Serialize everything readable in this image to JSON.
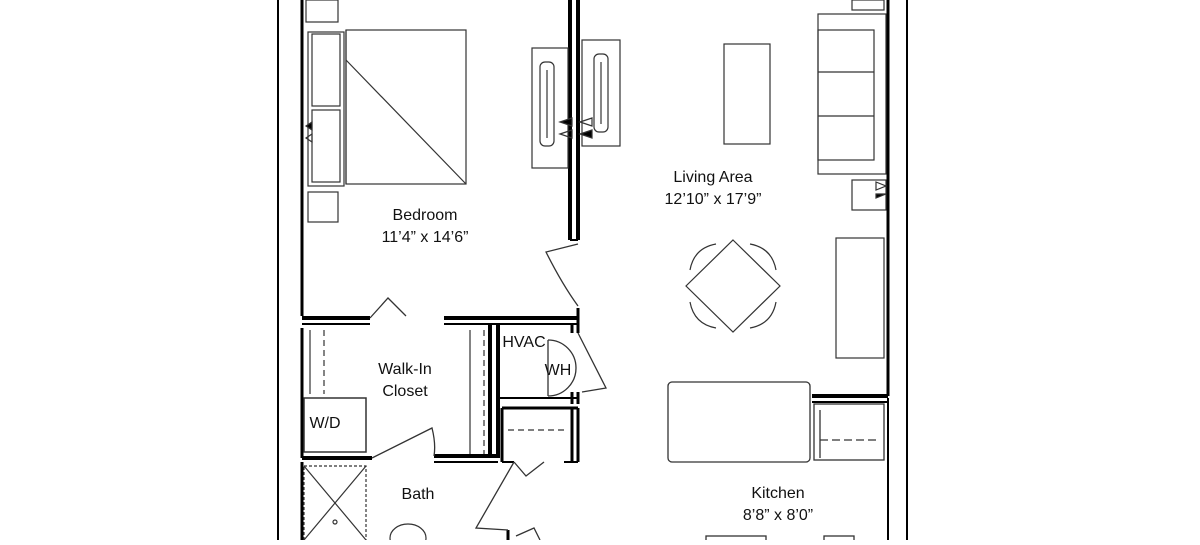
{
  "colors": {
    "wall": "#000000",
    "fixture": "#333333",
    "background": "#ffffff"
  },
  "rooms": {
    "bedroom": {
      "name": "Bedroom",
      "dims": "11’4” x 14’6”"
    },
    "living": {
      "name": "Living Area",
      "dims": "12’10” x 17’9”"
    },
    "closet": {
      "name_line1": "Walk-In",
      "name_line2": "Closet"
    },
    "bath": {
      "name": "Bath"
    },
    "kitchen": {
      "name": "Kitchen",
      "dims": "8’8” x 8’0”"
    }
  },
  "fixtures": {
    "hvac": "HVAC",
    "water_heater": "WH",
    "washer_dryer": "W/D"
  }
}
